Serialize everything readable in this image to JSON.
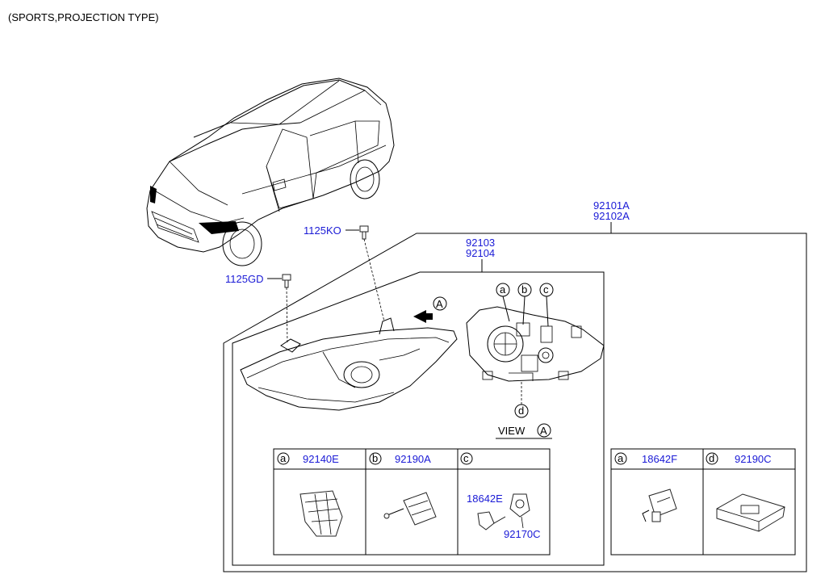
{
  "header": {
    "title": "(SPORTS,PROJECTION TYPE)"
  },
  "assembly": {
    "part_a": "92101A",
    "part_b": "92102A"
  },
  "subassembly": {
    "part_a": "92103",
    "part_b": "92104"
  },
  "fasteners": {
    "upper": "1125KO",
    "lower": "1125GD"
  },
  "view": {
    "arrow_label": "A",
    "label": "VIEW",
    "letter": "A"
  },
  "callouts": {
    "a": "a",
    "b": "b",
    "c": "c",
    "d": "d"
  },
  "table_left": {
    "cells": [
      {
        "letter": "a",
        "part": "92140E"
      },
      {
        "letter": "b",
        "part": "92190A"
      },
      {
        "letter": "c",
        "part": "",
        "parts": [
          "18642E",
          "92170C"
        ]
      }
    ]
  },
  "table_right": {
    "cells": [
      {
        "letter": "a",
        "part": "18642F"
      },
      {
        "letter": "d",
        "part": "92190C"
      }
    ]
  },
  "colors": {
    "part_number": "#1a1ad6",
    "line": "#000000"
  }
}
